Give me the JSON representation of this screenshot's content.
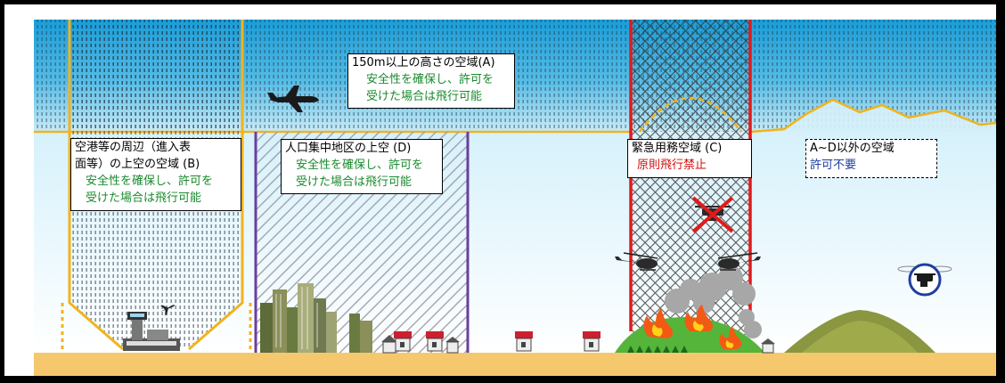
{
  "colors": {
    "sky_top": "#1a9dd8",
    "sky_bottom": "#ffffff",
    "ground": "#f5c86e",
    "boundary_A": "#f2b31c",
    "boundary_B": "#f2b31c",
    "boundary_D": "#6a3fa0",
    "boundary_C": "#e21a1a",
    "text_green": "#1a8a2e",
    "text_red": "#d01010",
    "text_blue": "#1f3f9e"
  },
  "zones": {
    "A": {
      "title": "150m以上の高さの空域(A)",
      "line1": "安全性を確保し、許可を",
      "line2": "受けた場合は飛行可能"
    },
    "B": {
      "title1": "空港等の周辺（進入表",
      "title2": "面等）の上空の空域 (B)",
      "line1": "安全性を確保し、許可を",
      "line2": "受けた場合は飛行可能"
    },
    "D": {
      "title": "人口集中地区の上空 (D)",
      "line1": "安全性を確保し、許可を",
      "line2": "受けた場合は飛行可能"
    },
    "C": {
      "title": "緊急用務空域 (C)",
      "status": "原則飛行禁止"
    },
    "other": {
      "title": "A~D以外の空域",
      "status": "許可不要"
    }
  },
  "icons": [
    "airplane-icon",
    "control-tower-icon",
    "helicopter-icon",
    "drone-prohibited-icon",
    "drone-icon",
    "fire-icon",
    "smoke-icon",
    "house-icon",
    "building-icon",
    "tree-icon"
  ]
}
